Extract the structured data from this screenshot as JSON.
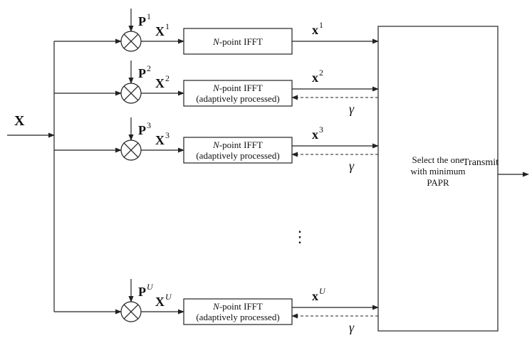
{
  "diagram": {
    "input_label": "X",
    "gamma": "γ",
    "selector_lines": [
      "Select the one",
      "with minimum",
      "PAPR"
    ],
    "output_label": "Transmit",
    "ellipsis": "⋮",
    "branches": [
      {
        "phase_base": "P",
        "phase_sup": "1",
        "mod_base": "X",
        "mod_sup": "1",
        "ifft_point": "N",
        "ifft_rest": "-point IFFT",
        "ifft_sub": "",
        "out_base": "x",
        "out_sup": "1",
        "feedback": false
      },
      {
        "phase_base": "P",
        "phase_sup": "2",
        "mod_base": "X",
        "mod_sup": "2",
        "ifft_point": "N",
        "ifft_rest": "-point IFFT",
        "ifft_sub": "(adaptively processed)",
        "out_base": "x",
        "out_sup": "2",
        "feedback": true
      },
      {
        "phase_base": "P",
        "phase_sup": "3",
        "mod_base": "X",
        "mod_sup": "3",
        "ifft_point": "N",
        "ifft_rest": "-point IFFT",
        "ifft_sub": "(adaptively processed)",
        "out_base": "x",
        "out_sup": "3",
        "feedback": true
      },
      {
        "phase_base": "P",
        "phase_sup": "U",
        "mod_base": "X",
        "mod_sup": "U",
        "ifft_point": "N",
        "ifft_rest": "-point IFFT",
        "ifft_sub": "(adaptively processed)",
        "out_base": "x",
        "out_sup": "U",
        "feedback": true
      }
    ]
  }
}
